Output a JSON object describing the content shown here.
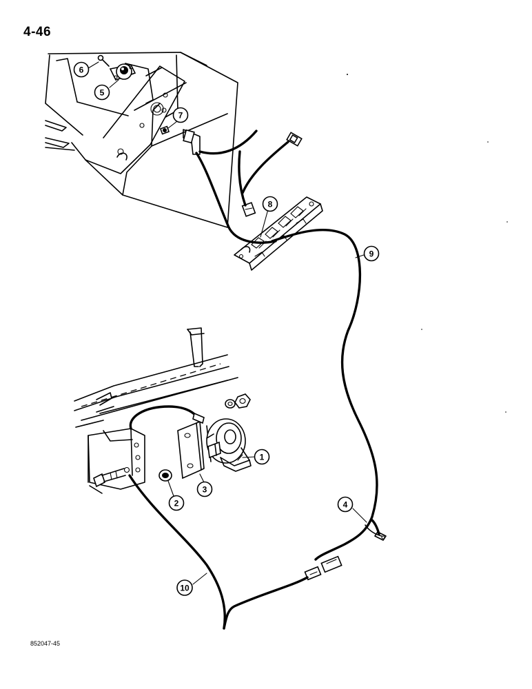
{
  "page": {
    "page_number": "4-46",
    "figure_id": "852047-45"
  },
  "callouts": [
    {
      "key": "c1",
      "label": "1"
    },
    {
      "key": "c2",
      "label": "2"
    },
    {
      "key": "c3",
      "label": "3"
    },
    {
      "key": "c4",
      "label": "4"
    },
    {
      "key": "c5",
      "label": "5"
    },
    {
      "key": "c6",
      "label": "6"
    },
    {
      "key": "c7",
      "label": "7"
    },
    {
      "key": "c8",
      "label": "8"
    },
    {
      "key": "c9",
      "label": "9"
    },
    {
      "key": "c10",
      "label": "10"
    }
  ]
}
